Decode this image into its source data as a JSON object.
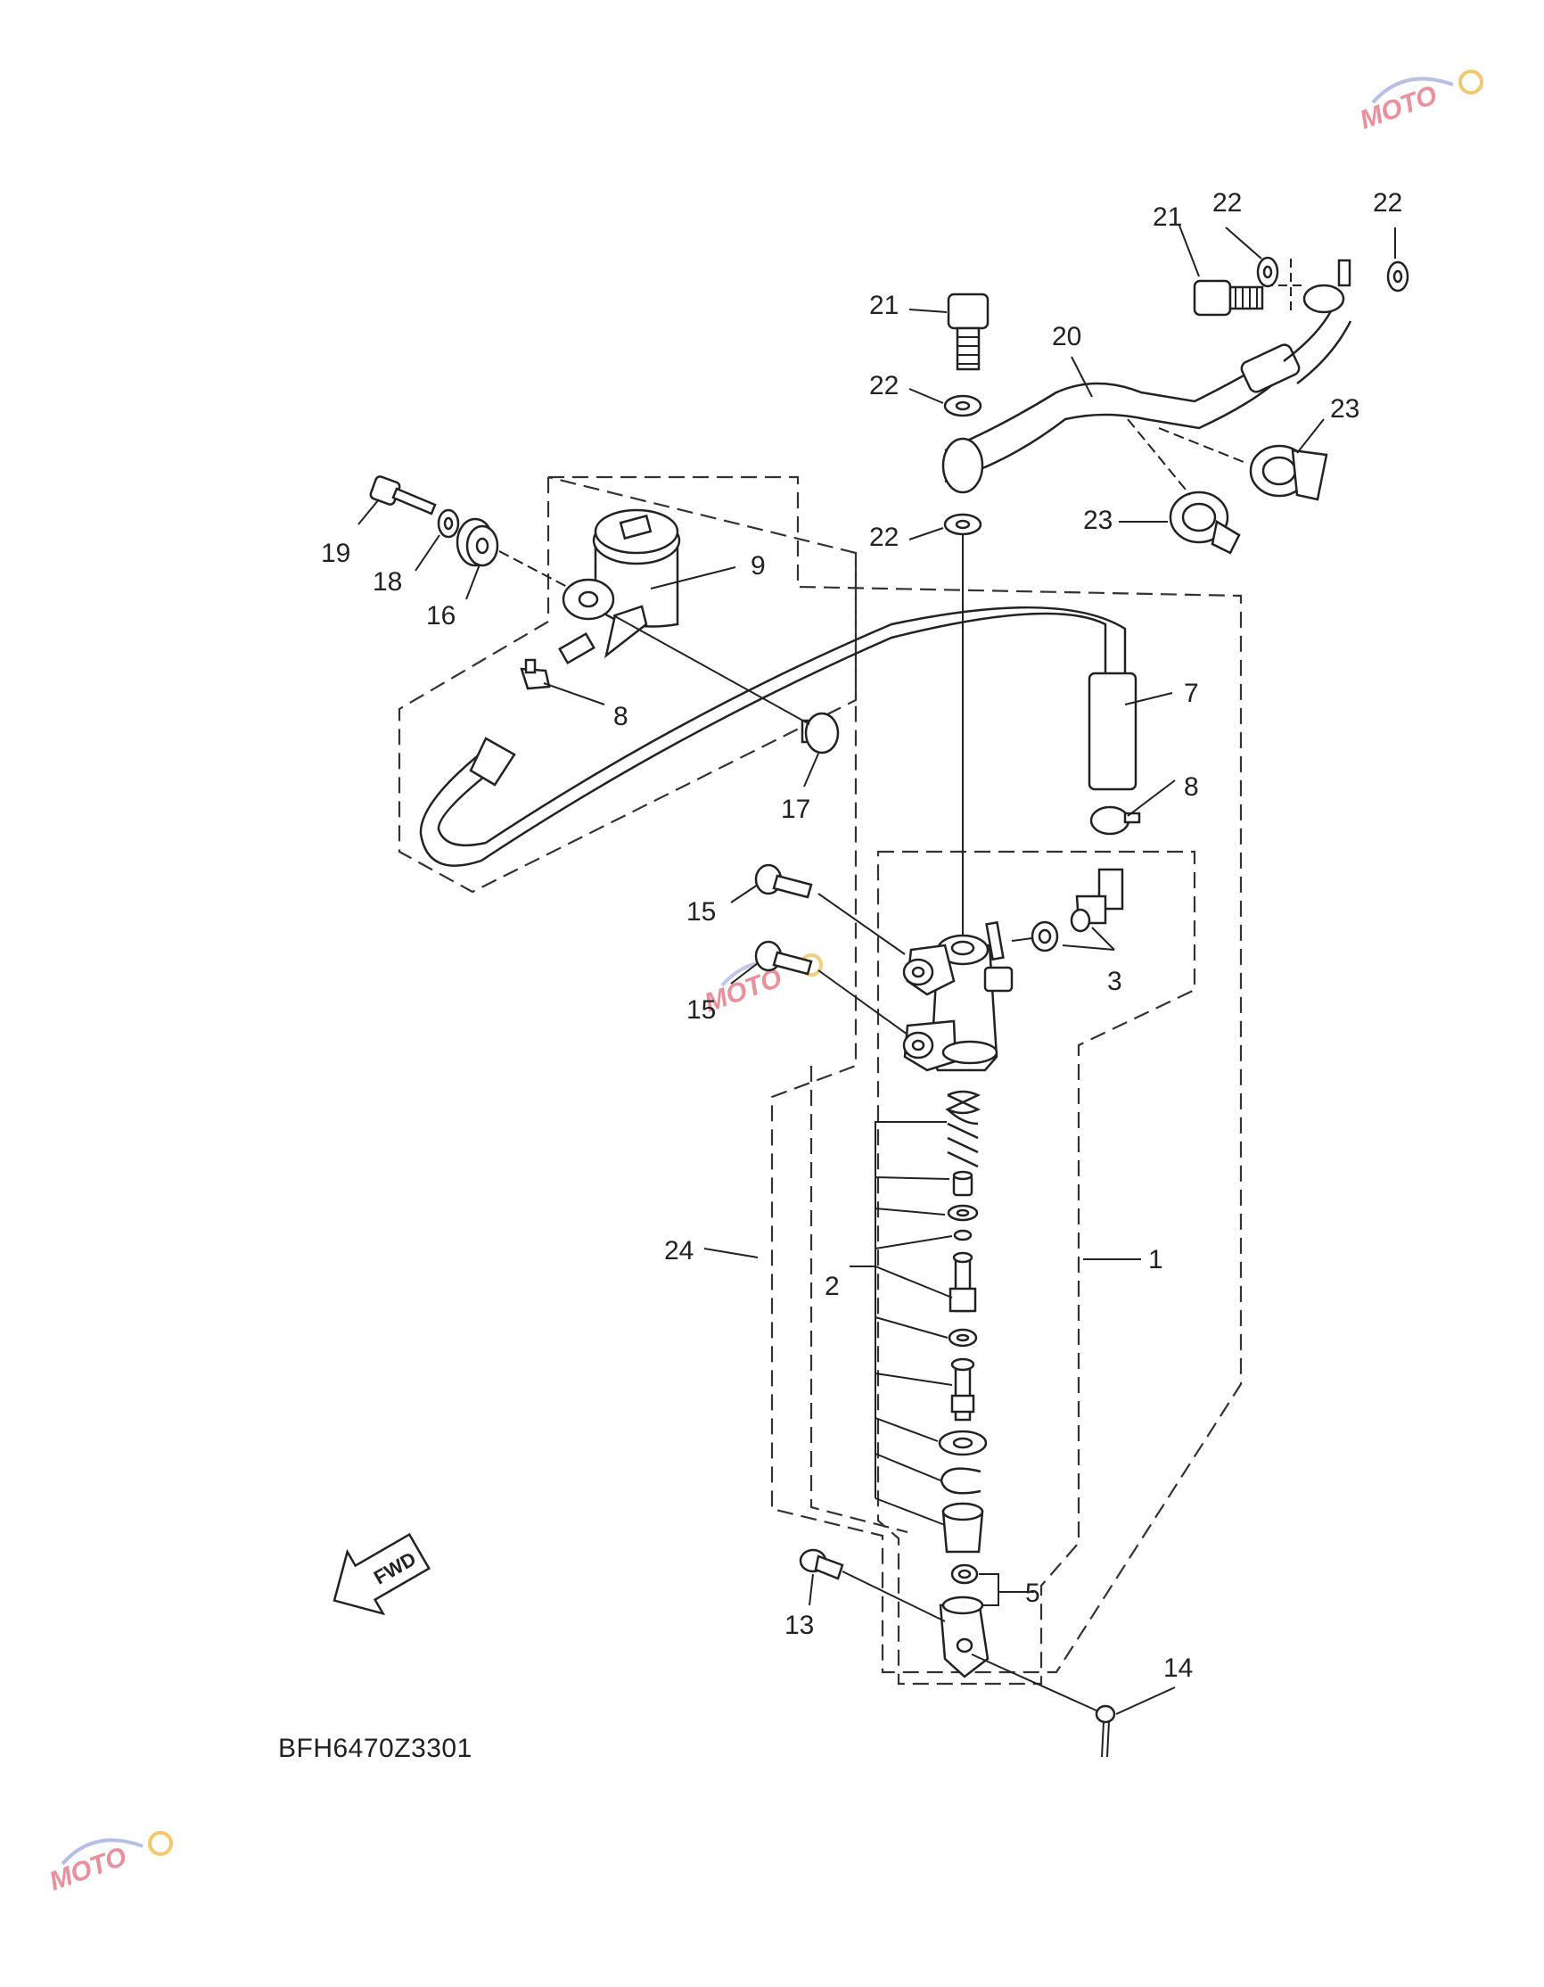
{
  "diagram": {
    "drawing_code": "BFH6470Z3301",
    "fwd_label": "FWD",
    "watermark_lettering": "MOTO",
    "callouts": {
      "c1": "1",
      "c2": "2",
      "c3": "3",
      "c5": "5",
      "c7": "7",
      "c8a": "8",
      "c8b": "8",
      "c9": "9",
      "c13": "13",
      "c14": "14",
      "c15a": "15",
      "c15b": "15",
      "c16": "16",
      "c17": "17",
      "c18": "18",
      "c19": "19",
      "c20": "20",
      "c21a": "21",
      "c21b": "21",
      "c22a": "22",
      "c22b": "22",
      "c22c": "22",
      "c22d": "22",
      "c23a": "23",
      "c23b": "23",
      "c24": "24"
    }
  }
}
